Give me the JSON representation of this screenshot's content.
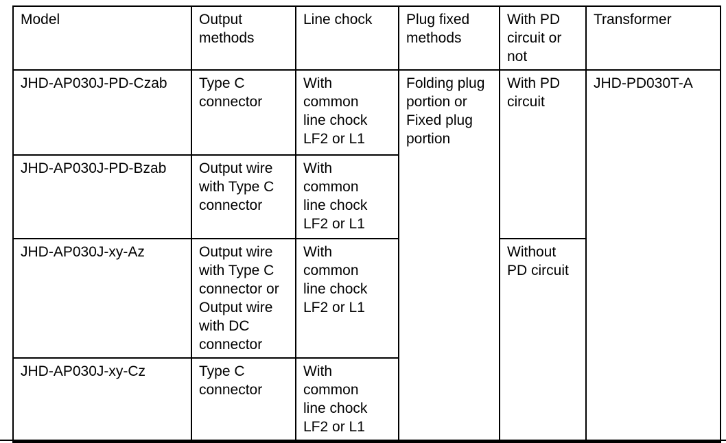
{
  "page": {
    "background_color": "#ffffff",
    "border_color": "#000000",
    "text_color": "#000000"
  },
  "table": {
    "headers": [
      "Model",
      "Output\nmethods",
      "Line chock",
      "Plug fixed\nmethods",
      "With PD\ncircuit or\nnot",
      "Transformer"
    ],
    "rows": [
      {
        "model": "JHD-AP030J-PD-Czab",
        "output_method": "Type C\nconnector",
        "line_chock": "With\ncommon\nline chock\nLF2 or L1"
      },
      {
        "model": "JHD-AP030J-PD-Bzab",
        "output_method": "Output wire\nwith Type C\nconnector",
        "line_chock": "With\ncommon\nline chock\nLF2 or L1"
      },
      {
        "model": "JHD-AP030J-xy-Az",
        "output_method": "Output wire\nwith Type C\nconnector or\nOutput wire\nwith DC\nconnector",
        "line_chock": "With\ncommon\nline chock\nLF2 or L1"
      },
      {
        "model": "JHD-AP030J-xy-Cz",
        "output_method": "Type C\nconnector",
        "line_chock": "With\ncommon\nline chock\nLF2 or L1"
      }
    ],
    "plug_fixed_methods": "Folding plug\nportion or\nFixed plug\nportion",
    "pd_circuit": {
      "with": "With PD\ncircuit",
      "without": "Without\nPD circuit"
    },
    "transformer": "JHD-PD030T-A"
  }
}
